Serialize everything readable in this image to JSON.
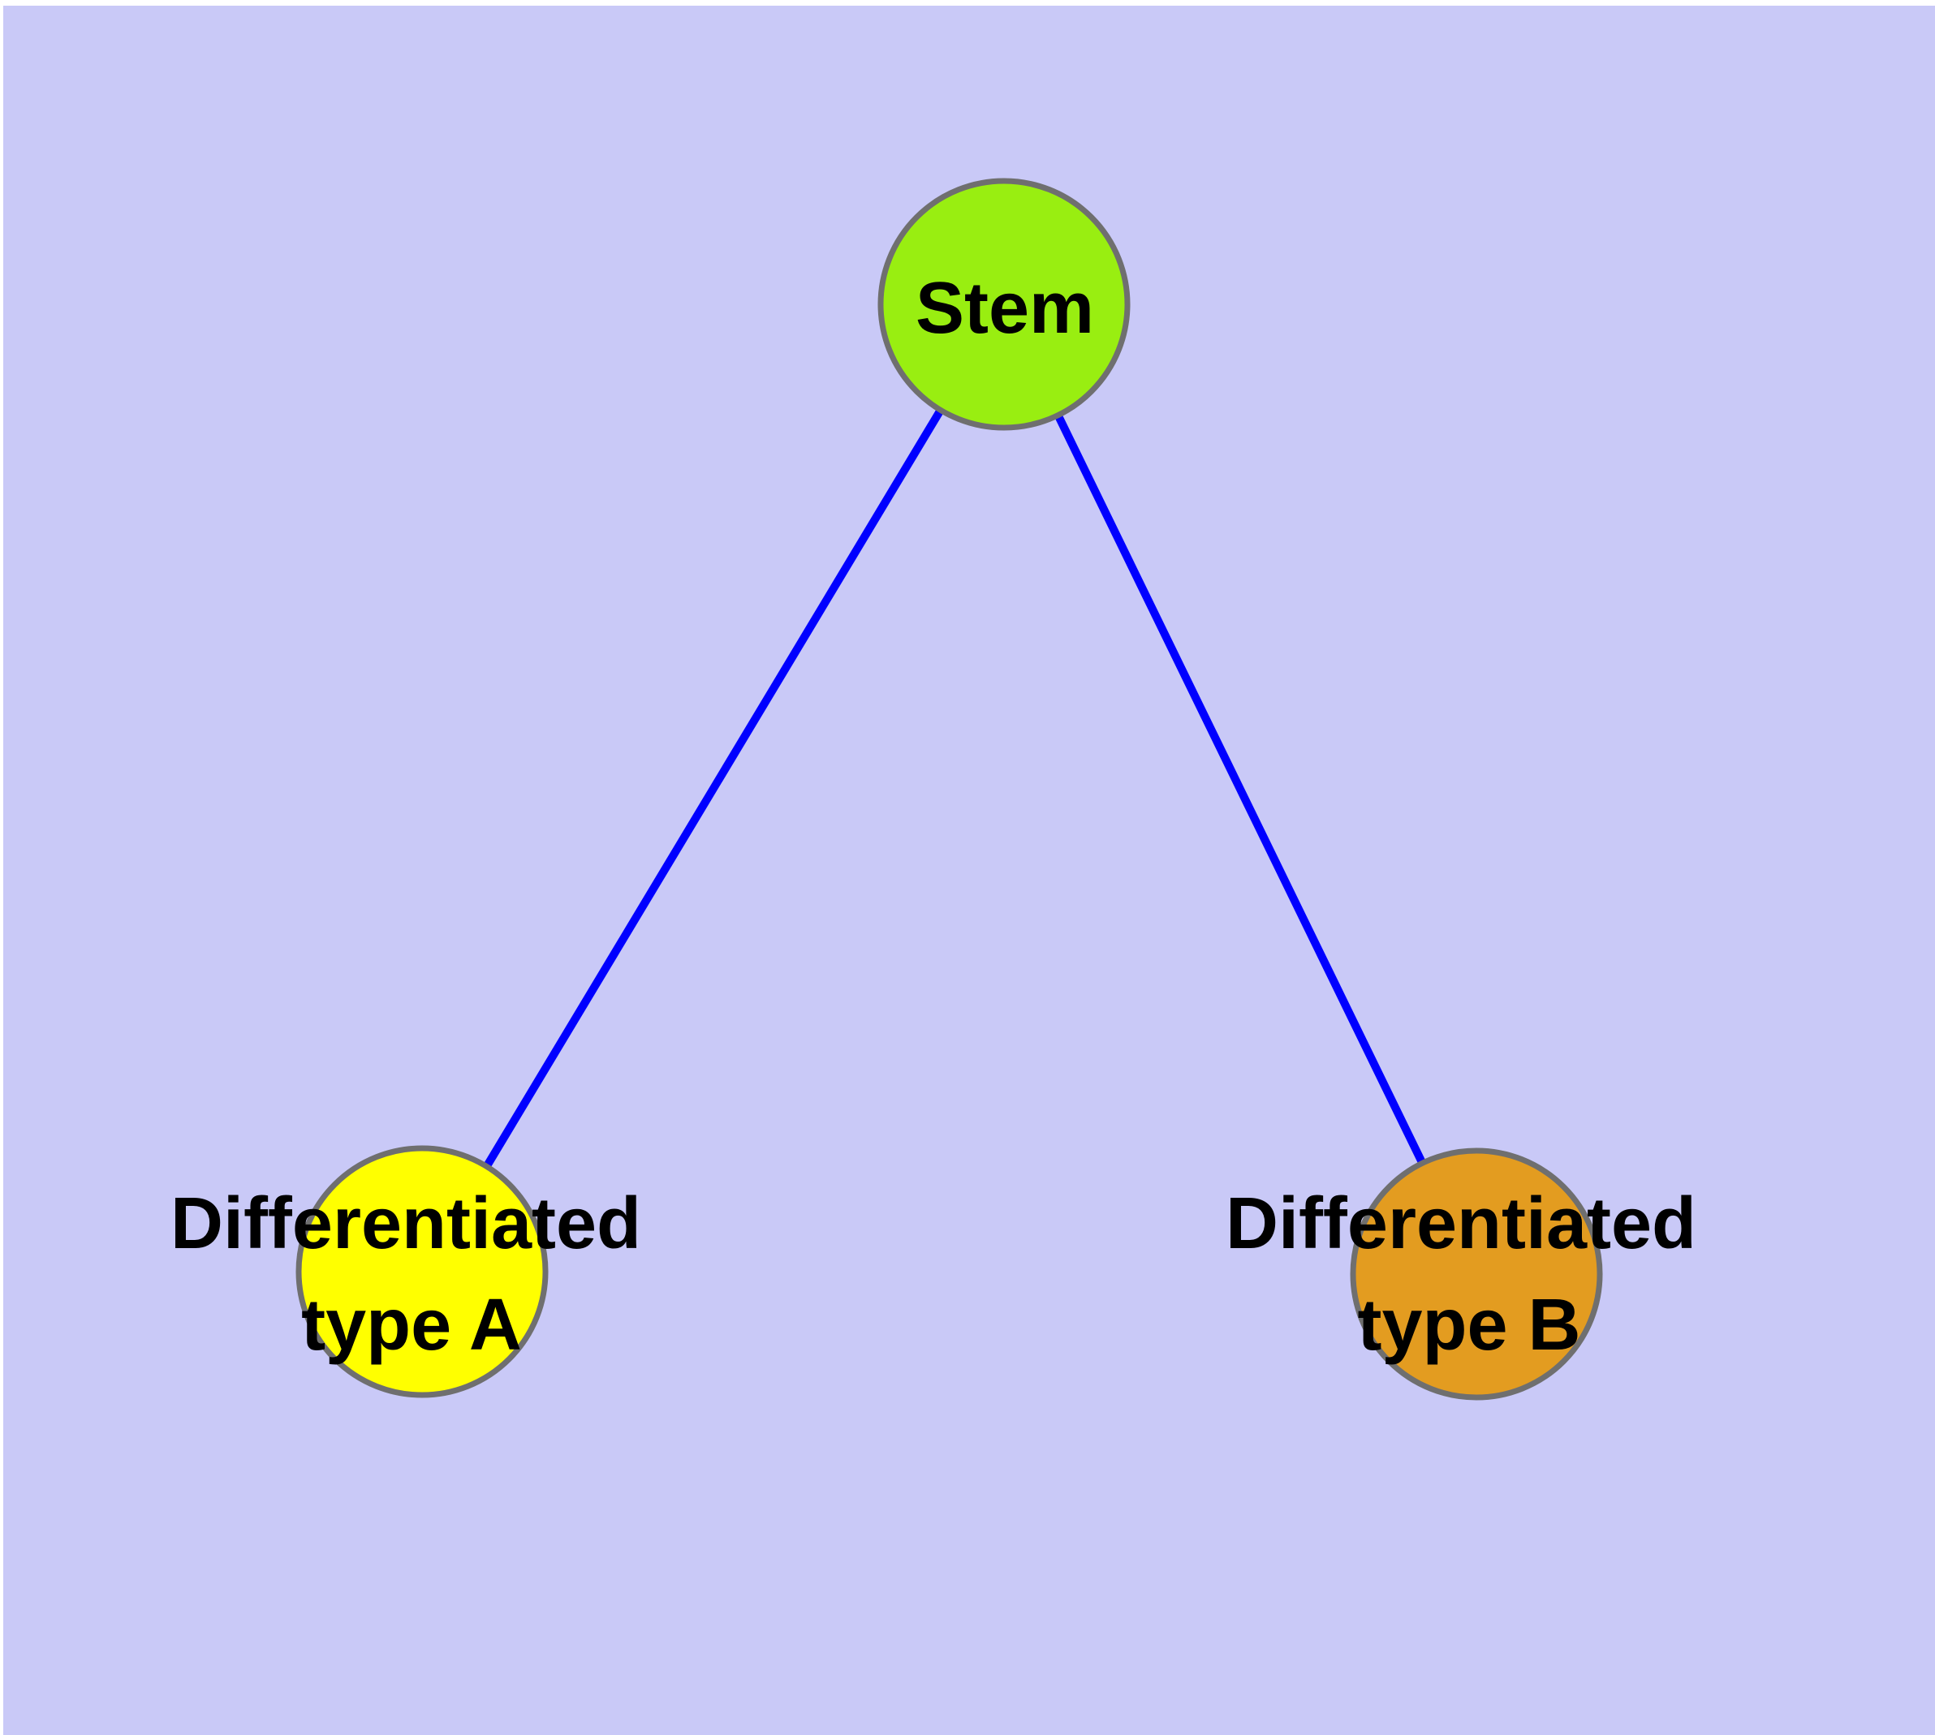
{
  "diagram": {
    "background_color": "#c9c9f7",
    "edge_color": "#0000ff",
    "node_border_color": "#6f6f6f",
    "nodes": {
      "stem": {
        "label": "Stem",
        "color": "#99ee11"
      },
      "type_a": {
        "label_line1": "Differentiated",
        "label_line2": "type A",
        "color": "#ffff00"
      },
      "type_b": {
        "label_line1": "Differentiated",
        "label_line2": "type B",
        "color": "#e39c20"
      }
    },
    "edges": [
      {
        "from": "Stem",
        "to": "Differentiated type A"
      },
      {
        "from": "Stem",
        "to": "Differentiated type B"
      }
    ]
  }
}
